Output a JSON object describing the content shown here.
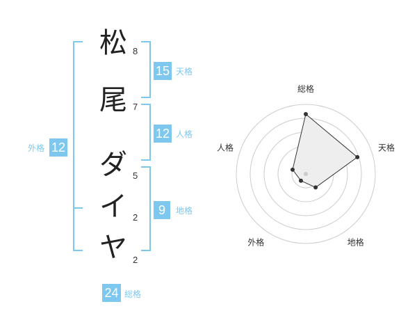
{
  "name_chars": [
    {
      "char": "松",
      "strokes": "8"
    },
    {
      "char": "尾",
      "strokes": "7"
    },
    {
      "char": "ダ",
      "strokes": "5"
    },
    {
      "char": "イ",
      "strokes": "2"
    },
    {
      "char": "ヤ",
      "strokes": "2"
    }
  ],
  "fortunes": {
    "tenkaku": {
      "label": "天格",
      "value": "15"
    },
    "jinkaku": {
      "label": "人格",
      "value": "12"
    },
    "chikaku": {
      "label": "地格",
      "value": "9"
    },
    "gaikaku": {
      "label": "外格",
      "value": "12"
    },
    "soukaku": {
      "label": "総格",
      "value": "24"
    }
  },
  "colors": {
    "accent": "#7ec8f0",
    "text": "#222222",
    "grid": "#cccccc",
    "fill": "#eeeeee"
  },
  "chart_data": {
    "type": "radar",
    "axes": [
      "総格",
      "天格",
      "地格",
      "外格",
      "人格"
    ],
    "values": [
      4.3,
      3.9,
      1.2,
      0.6,
      1.0
    ],
    "max": 5,
    "rings": 5
  }
}
